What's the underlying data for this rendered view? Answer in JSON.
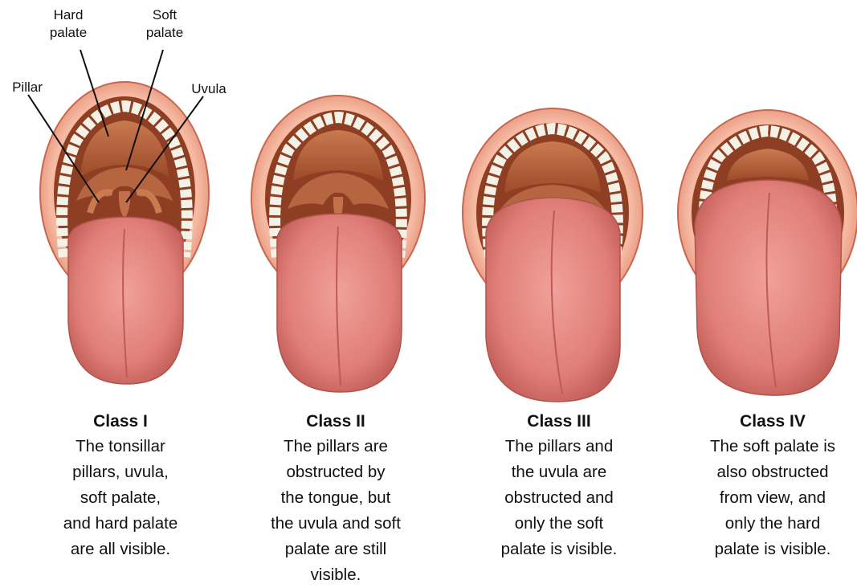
{
  "labels": {
    "hard_palate": [
      "Hard",
      "palate"
    ],
    "soft_palate": [
      "Soft",
      "palate"
    ],
    "pillar": "Pillar",
    "uvula": "Uvula"
  },
  "classes": [
    {
      "title": "Class I",
      "lines": [
        "The tonsillar",
        "pillars, uvula,",
        "soft palate,",
        "and hard palate",
        "are all visible."
      ]
    },
    {
      "title": "Class II",
      "lines": [
        "The pillars are",
        "obstructed by",
        "the tongue, but",
        "the uvula and soft",
        "palate are still",
        "visible."
      ]
    },
    {
      "title": "Class III",
      "lines": [
        "The pillars and",
        "the uvula are",
        "obstructed and",
        "only the soft",
        "palate is visible."
      ]
    },
    {
      "title": "Class IV",
      "lines": [
        "The soft palate is",
        "also obstructed",
        "from view, and",
        "only the hard",
        "palate is visible."
      ]
    }
  ],
  "colors": {
    "lip": "#f1a88f",
    "lip_edge": "#c9664f",
    "cavity": "#8e3f23",
    "palate": "#b5653f",
    "teeth": "#f4f1e6",
    "tongue": "#e98882",
    "tongue_dark": "#c95c5a",
    "line": "#111111"
  }
}
